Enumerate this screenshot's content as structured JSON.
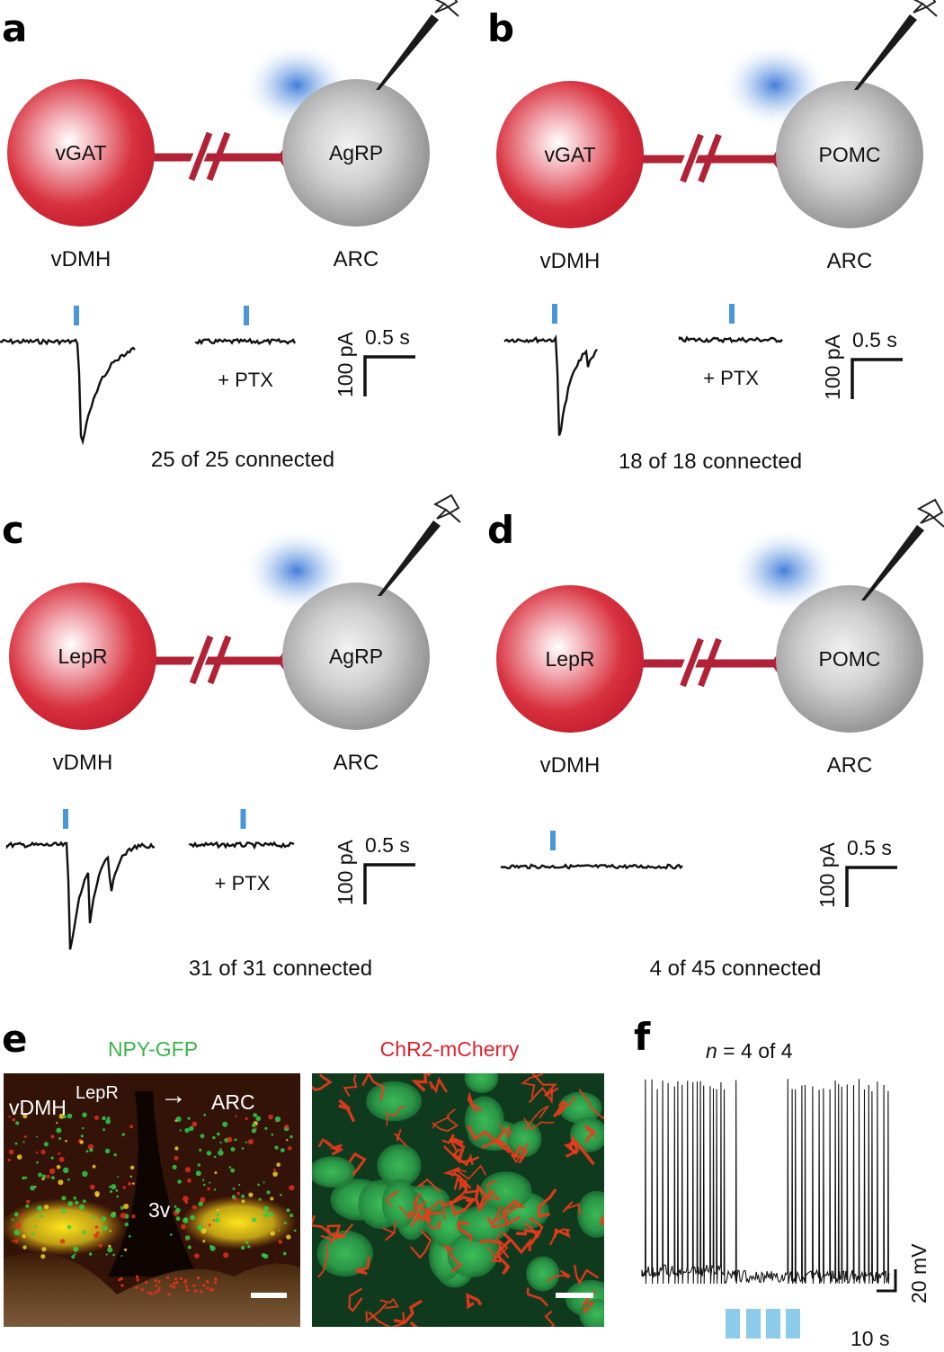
{
  "panels": {
    "a": {
      "letter": "a",
      "pre": "vGAT",
      "post": "AgRP",
      "pre_region": "vDMH",
      "post_region": "ARC",
      "ptx": "+ PTX",
      "connected": "25 of 25 connected",
      "scale_x": "0.5 s",
      "scale_y": "100 pA"
    },
    "b": {
      "letter": "b",
      "pre": "vGAT",
      "post": "POMC",
      "pre_region": "vDMH",
      "post_region": "ARC",
      "ptx": "+ PTX",
      "connected": "18 of 18 connected",
      "scale_x": "0.5 s",
      "scale_y": "100 pA"
    },
    "c": {
      "letter": "c",
      "pre": "LepR",
      "post": "AgRP",
      "pre_region": "vDMH",
      "post_region": "ARC",
      "ptx": "+ PTX",
      "connected": "31 of 31 connected",
      "scale_x": "0.5 s",
      "scale_y": "100 pA"
    },
    "d": {
      "letter": "d",
      "pre": "LepR",
      "post": "POMC",
      "pre_region": "vDMH",
      "post_region": "ARC",
      "connected": "4 of 45 connected",
      "scale_x": "0.5 s",
      "scale_y": "100 pA"
    },
    "e": {
      "letter": "e",
      "left_title": "NPY-GFP",
      "right_title": "ChR2-mCherry",
      "vdmh": "vDMH",
      "sup": "LepR",
      "arrow": "→",
      "arc": "ARC",
      "v3": "3v"
    },
    "f": {
      "letter": "f",
      "n_italic": "n",
      "n_rest": " = 4 of 4",
      "scale_y": "20 mV",
      "scale_x": "10 s"
    }
  },
  "colors": {
    "pre_cell": "#d42a3c",
    "post_cell": "#9a9a9a",
    "axon": "#b22236",
    "light": "#2f6fd6",
    "stim": "#4a97d8",
    "green_text": "#3cb44b",
    "red_text": "#e0222e",
    "f_stim": "#8ccbea"
  }
}
